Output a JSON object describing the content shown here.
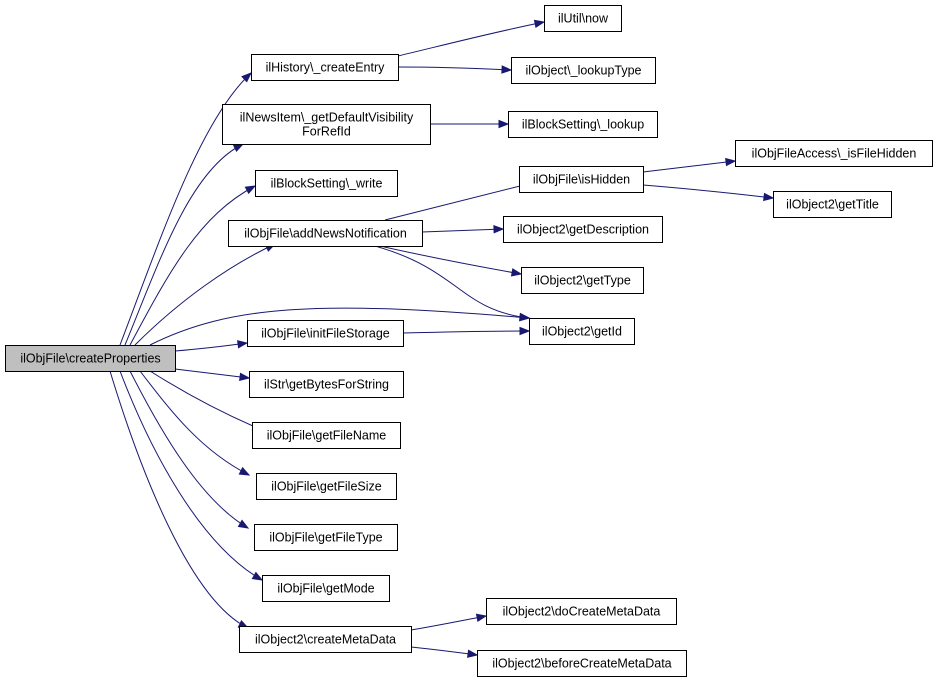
{
  "graph": {
    "root": "createProperties",
    "nodes": [
      {
        "id": "createProperties",
        "lines": [
          "ilObjFile\\createProperties"
        ],
        "highlight": true
      },
      {
        "id": "createEntry",
        "lines": [
          "ilHistory\\_createEntry"
        ]
      },
      {
        "id": "getDefaultVisibility",
        "lines": [
          "ilNewsItem\\_getDefaultVisibility",
          "ForRefId"
        ]
      },
      {
        "id": "bsWrite",
        "lines": [
          "ilBlockSetting\\_write"
        ]
      },
      {
        "id": "addNewsNotification",
        "lines": [
          "ilObjFile\\addNewsNotification"
        ]
      },
      {
        "id": "initFileStorage",
        "lines": [
          "ilObjFile\\initFileStorage"
        ]
      },
      {
        "id": "getBytesForString",
        "lines": [
          "ilStr\\getBytesForString"
        ]
      },
      {
        "id": "getFileName",
        "lines": [
          "ilObjFile\\getFileName"
        ]
      },
      {
        "id": "getFileSize",
        "lines": [
          "ilObjFile\\getFileSize"
        ]
      },
      {
        "id": "getFileType",
        "lines": [
          "ilObjFile\\getFileType"
        ]
      },
      {
        "id": "getMode",
        "lines": [
          "ilObjFile\\getMode"
        ]
      },
      {
        "id": "createMetaData",
        "lines": [
          "ilObject2\\createMetaData"
        ]
      },
      {
        "id": "now",
        "lines": [
          "ilUtil\\now"
        ]
      },
      {
        "id": "lookupType",
        "lines": [
          "ilObject\\_lookupType"
        ]
      },
      {
        "id": "bsLookup",
        "lines": [
          "ilBlockSetting\\_lookup"
        ]
      },
      {
        "id": "isHidden",
        "lines": [
          "ilObjFile\\isHidden"
        ]
      },
      {
        "id": "getDescription",
        "lines": [
          "ilObject2\\getDescription"
        ]
      },
      {
        "id": "getType",
        "lines": [
          "ilObject2\\getType"
        ]
      },
      {
        "id": "getId",
        "lines": [
          "ilObject2\\getId"
        ]
      },
      {
        "id": "doCreateMetaData",
        "lines": [
          "ilObject2\\doCreateMetaData"
        ]
      },
      {
        "id": "beforeCreateMetaData",
        "lines": [
          "ilObject2\\beforeCreateMetaData"
        ]
      },
      {
        "id": "isFileHidden",
        "lines": [
          "ilObjFileAccess\\_isFileHidden"
        ]
      },
      {
        "id": "getTitle",
        "lines": [
          "ilObject2\\getTitle"
        ]
      }
    ],
    "edges": [
      {
        "from": "createProperties",
        "to": "createEntry"
      },
      {
        "from": "createProperties",
        "to": "getDefaultVisibility"
      },
      {
        "from": "createProperties",
        "to": "bsWrite"
      },
      {
        "from": "createProperties",
        "to": "addNewsNotification"
      },
      {
        "from": "createProperties",
        "to": "getId"
      },
      {
        "from": "createProperties",
        "to": "initFileStorage"
      },
      {
        "from": "createProperties",
        "to": "getBytesForString"
      },
      {
        "from": "createProperties",
        "to": "getFileName"
      },
      {
        "from": "createProperties",
        "to": "getFileSize"
      },
      {
        "from": "createProperties",
        "to": "getFileType"
      },
      {
        "from": "createProperties",
        "to": "getMode"
      },
      {
        "from": "createProperties",
        "to": "createMetaData"
      },
      {
        "from": "createEntry",
        "to": "now"
      },
      {
        "from": "createEntry",
        "to": "lookupType"
      },
      {
        "from": "getDefaultVisibility",
        "to": "bsLookup"
      },
      {
        "from": "addNewsNotification",
        "to": "isHidden"
      },
      {
        "from": "addNewsNotification",
        "to": "getDescription"
      },
      {
        "from": "addNewsNotification",
        "to": "getType"
      },
      {
        "from": "addNewsNotification",
        "to": "getId"
      },
      {
        "from": "initFileStorage",
        "to": "getId"
      },
      {
        "from": "isHidden",
        "to": "isFileHidden"
      },
      {
        "from": "isHidden",
        "to": "getTitle"
      },
      {
        "from": "createMetaData",
        "to": "doCreateMetaData"
      },
      {
        "from": "createMetaData",
        "to": "beforeCreateMetaData"
      }
    ]
  },
  "colors": {
    "edge": "#191970",
    "root_fill": "#bfbfbf",
    "node_fill": "#ffffff",
    "node_border": "#000000"
  }
}
